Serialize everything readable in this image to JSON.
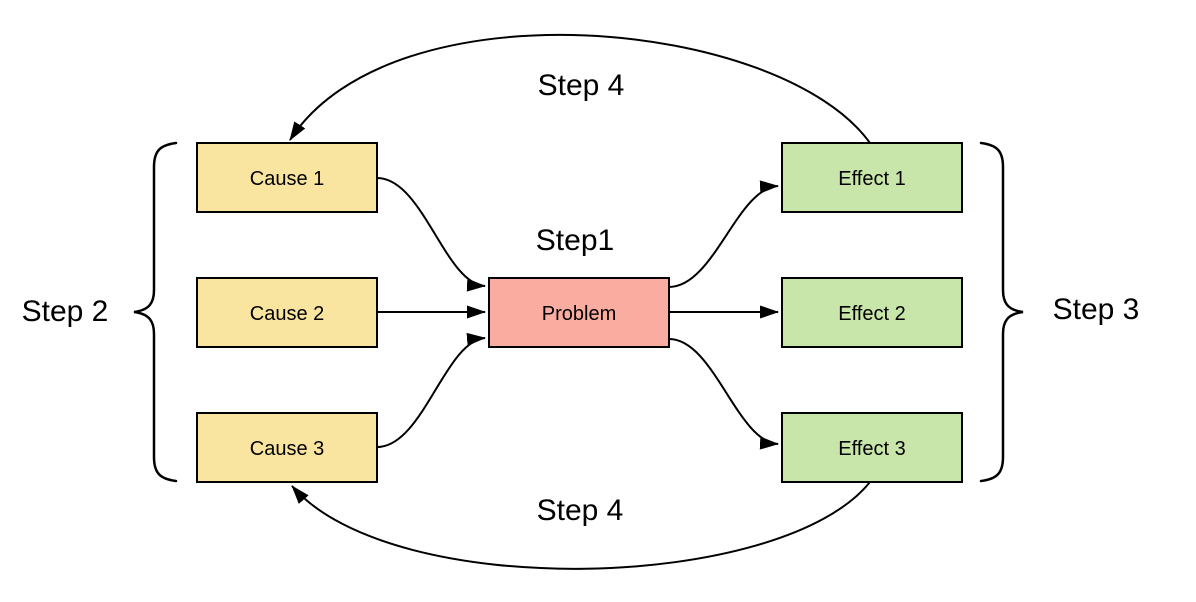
{
  "diagram": {
    "background": "#ffffff",
    "stroke_color": "#000000",
    "nodes": {
      "cause1": {
        "label": "Cause 1",
        "fill": "#FAE5A0"
      },
      "cause2": {
        "label": "Cause 2",
        "fill": "#FAE5A0"
      },
      "cause3": {
        "label": "Cause 3",
        "fill": "#FAE5A0"
      },
      "problem": {
        "label": "Problem",
        "fill": "#FAACA0"
      },
      "effect1": {
        "label": "Effect 1",
        "fill": "#C9E6AA"
      },
      "effect2": {
        "label": "Effect 2",
        "fill": "#C9E6AA"
      },
      "effect3": {
        "label": "Effect 3",
        "fill": "#C9E6AA"
      }
    },
    "step_labels": {
      "step1": "Step1",
      "step2": "Step 2",
      "step3": "Step 3",
      "step4_top": "Step 4",
      "step4_bottom": "Step 4"
    }
  }
}
